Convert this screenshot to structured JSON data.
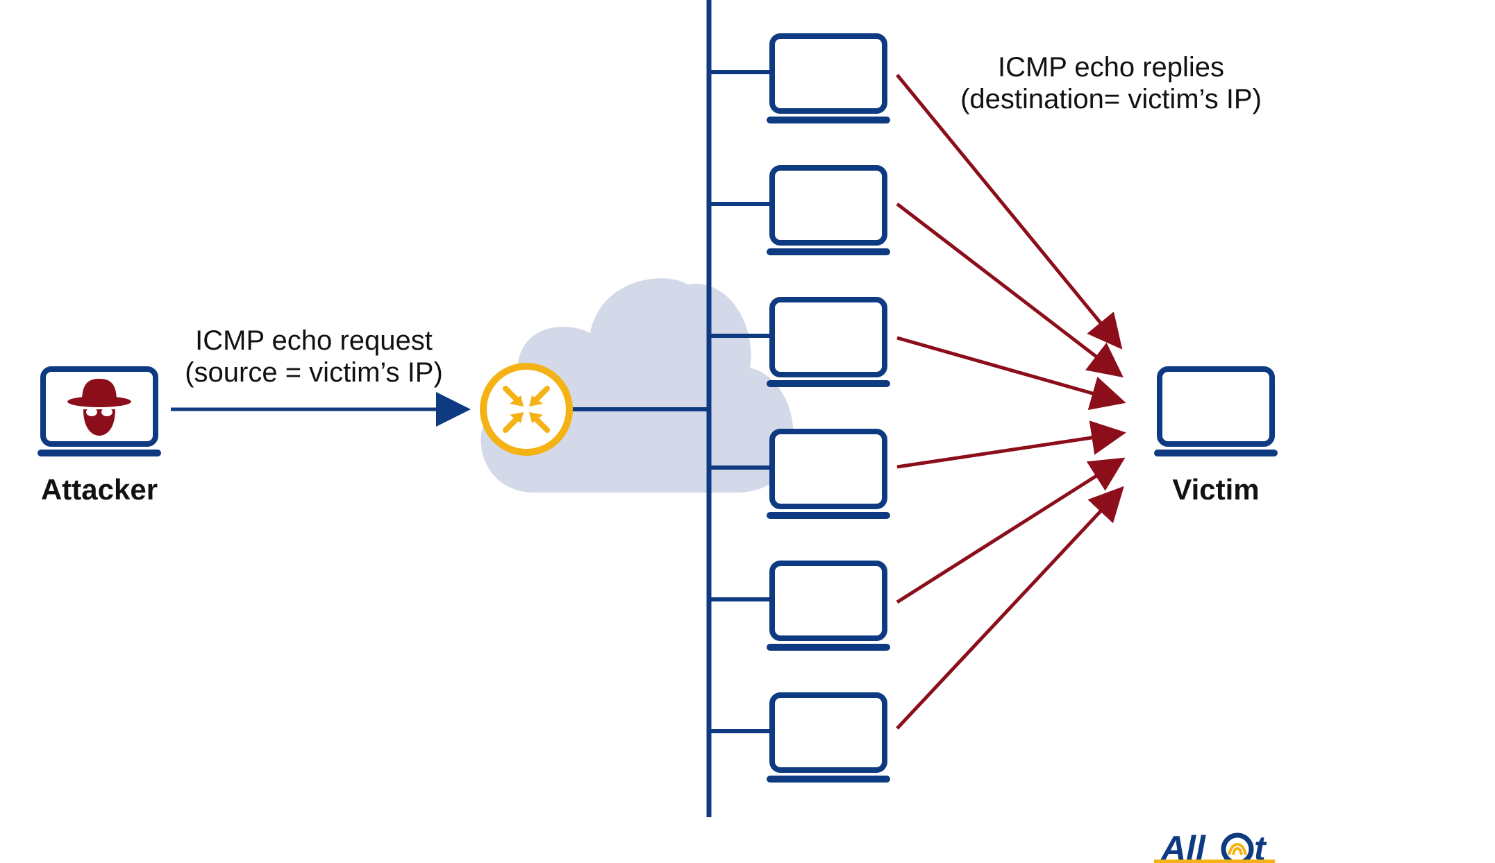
{
  "labels": {
    "attacker": "Attacker",
    "victim": "Victim",
    "request_line1": "ICMP echo request",
    "request_line2": "(source = victim’s IP)",
    "replies_line1": "ICMP echo replies",
    "replies_line2": "(destination= victim’s IP)"
  },
  "logo": {
    "text_left": "All",
    "text_right": "t"
  },
  "colors": {
    "navy": "#0d3a80",
    "red": "#8b0e1a",
    "cloud": "#d3d9e8",
    "router": "#f5b214",
    "logo_yellow": "#f5b214"
  },
  "icons": {
    "attacker": "spy-icon",
    "router": "router-icon",
    "network": "cloud-icon",
    "host": "laptop-icon"
  },
  "reflector_count": 6
}
